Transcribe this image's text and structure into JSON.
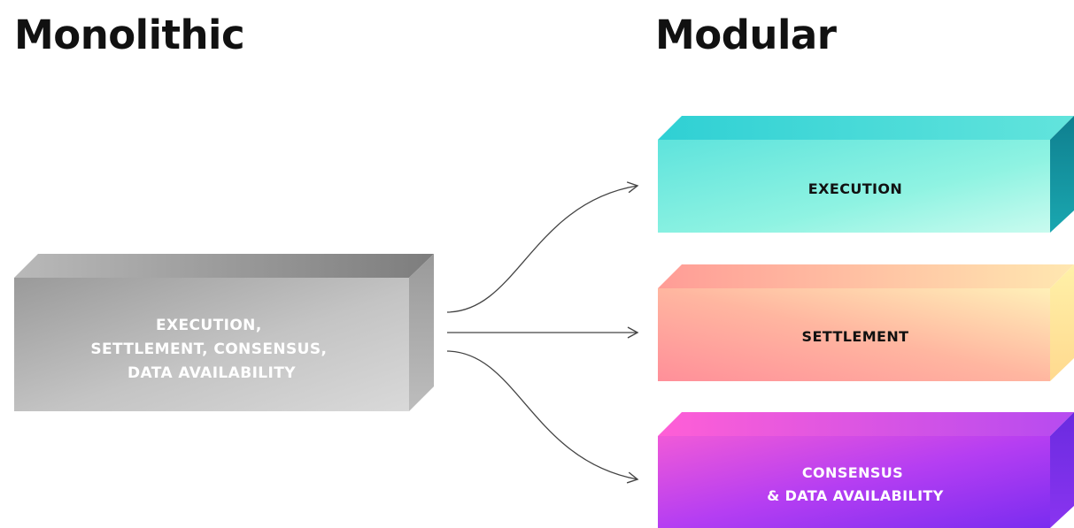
{
  "headings": {
    "monolithic": "Monolithic",
    "modular": "Modular"
  },
  "monolithic_block": {
    "lines": [
      "EXECUTION,",
      "SETTLEMENT, CONSENSUS,",
      "DATA AVAILABILITY"
    ]
  },
  "modular_blocks": [
    {
      "lines": [
        "EXECUTION"
      ]
    },
    {
      "lines": [
        "SETTLEMENT"
      ]
    },
    {
      "lines": [
        "CONSENSUS",
        "& DATA AVAILABILITY"
      ]
    }
  ],
  "colors": {
    "text_dark": "#111111",
    "text_light": "#ffffff",
    "arrow": "#444444",
    "mono_front_light": "#c9c9c9",
    "mono_front_dark": "#8a8a8a",
    "execution_front": "#7ff0e0",
    "settlement_front": "#ffb8a0",
    "consensus_front": "#c04cf0"
  }
}
